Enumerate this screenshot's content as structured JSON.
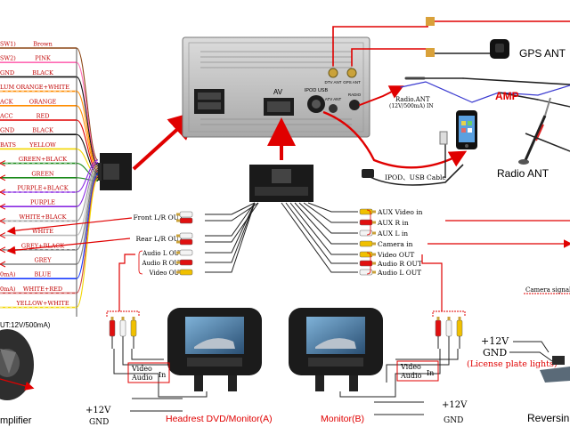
{
  "wire_harness": {
    "wires": [
      {
        "label": "Brown",
        "prefix": "SW1)",
        "color": "#8b4513"
      },
      {
        "label": "PINK",
        "prefix": "SW2)",
        "color": "#ff69b4"
      },
      {
        "label": "BLACK",
        "prefix": "GND",
        "color": "#111111"
      },
      {
        "label": "ORANGE+WHITE",
        "prefix": "LUM",
        "color": "#ff8c00"
      },
      {
        "label": "ORANGE",
        "prefix": "ACK",
        "color": "#ff8c00"
      },
      {
        "label": "RED",
        "prefix": "ACC",
        "color": "#e00000"
      },
      {
        "label": "BLACK",
        "prefix": "GND",
        "color": "#111111"
      },
      {
        "label": "YELLOW",
        "prefix": "BATS",
        "color": "#f2d600"
      },
      {
        "label": "GREEN+BLACK",
        "prefix": "",
        "color": "#1a8a1a"
      },
      {
        "label": "GREEN",
        "prefix": "",
        "color": "#1a8a1a"
      },
      {
        "label": "PURPLE+BLACK",
        "prefix": "",
        "color": "#8a2be2"
      },
      {
        "label": "PURPLE",
        "prefix": "",
        "color": "#8a2be2"
      },
      {
        "label": "WHITE+BLACK",
        "prefix": "",
        "color": "#9a9a9a"
      },
      {
        "label": "WHITE",
        "prefix": "",
        "color": "#bbbbbb"
      },
      {
        "label": "GREY+BLACK",
        "prefix": "",
        "color": "#808080"
      },
      {
        "label": "GREY",
        "prefix": "",
        "color": "#808080"
      },
      {
        "label": "BLUE",
        "prefix": "0mA)",
        "color": "#1a3cff"
      },
      {
        "label": "WHITE+RED",
        "prefix": "0mA)",
        "color": "#cc4444"
      },
      {
        "label": "YELLOW+WHITE",
        "prefix": "",
        "color": "#f2d600"
      }
    ],
    "bottom_note": "UT:12V/500mA)"
  },
  "head_unit": {
    "av_label": "AV",
    "ipod_usb_label": "IPOD USB",
    "dtv_ant_label": "DTV ANT",
    "gps_ant_label": "GPS ANT",
    "atv_ant_label": "ATV ANT",
    "radio_label": "RADIO"
  },
  "antennas": {
    "gps_label": "GPS ANT",
    "amp_label": "AMP",
    "radio_ant_label": "Radio.ANT",
    "radio_ant_spec": "(12V/500mA) IN",
    "radio_ant_title": "Radio ANT"
  },
  "ipod": {
    "cable_label": "IPOD、USB Cable"
  },
  "rca": {
    "left": [
      "Front L/R OUT",
      "Rear L/R OUT",
      "Audio L OUT",
      "Audio R OUT",
      "Video OUT"
    ],
    "right": [
      "AUX Video in",
      "AUX R in",
      "AUX L in",
      "Camera in",
      "Video OUT",
      "Audio R OUT",
      "Audio L OUT"
    ]
  },
  "monitors": {
    "a_title": "Headrest DVD/Monitor(A)",
    "b_title": "Monitor(B)",
    "video_label": "Video",
    "audio_label": "Audio",
    "in_label": "In",
    "plus12v": "+12V",
    "gnd": "GND"
  },
  "camera": {
    "signal_label": "Camera signal",
    "plus12v": "+12V",
    "gnd": "GND",
    "license_label": "(License plate lights)",
    "title": "Reversin"
  },
  "amplifier": {
    "title": "mplifier"
  },
  "colors": {
    "arrow_red": "#e00000",
    "wire_dark": "#222222",
    "unit_grey": "#c8c8c8",
    "rca_red": "#e01010",
    "rca_white": "#f4f4f4",
    "rca_yellow": "#f0c000"
  }
}
